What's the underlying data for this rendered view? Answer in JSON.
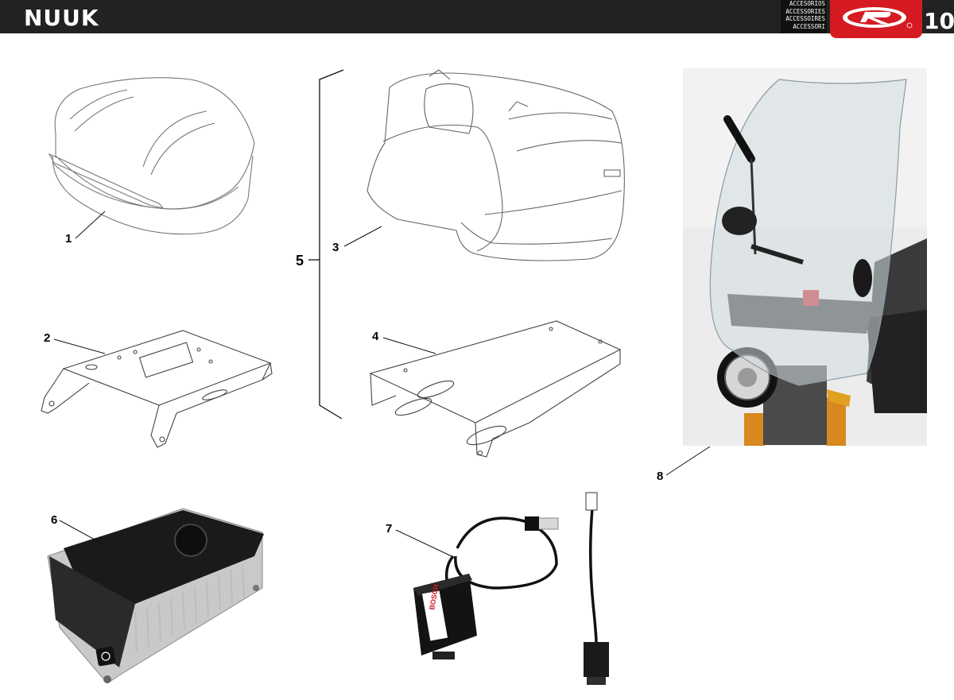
{
  "header": {
    "model": "NUUK",
    "category_labels": [
      "ACCESORIOS",
      "ACCESSORIES",
      "ACCESSOIRES",
      "ACCESSORI"
    ],
    "page_number": "10",
    "brand_color": "#d51a21"
  },
  "callouts": {
    "c1": "1",
    "c2": "2",
    "c3": "3",
    "c4": "4",
    "c5": "5",
    "c6": "6",
    "c7": "7",
    "c8": "8"
  },
  "illustrations": {
    "top_case": "top-case-drawing",
    "top_case_rack": "rack-plate-drawing",
    "rear_bag": "rear-bag-drawing",
    "bag_rack": "bag-rack-drawing",
    "charger": "charger-photo",
    "diagnostic_interface": "usb-interface-photo",
    "interface_brand": "BOSCH",
    "windscreen": "windscreen-photo"
  }
}
